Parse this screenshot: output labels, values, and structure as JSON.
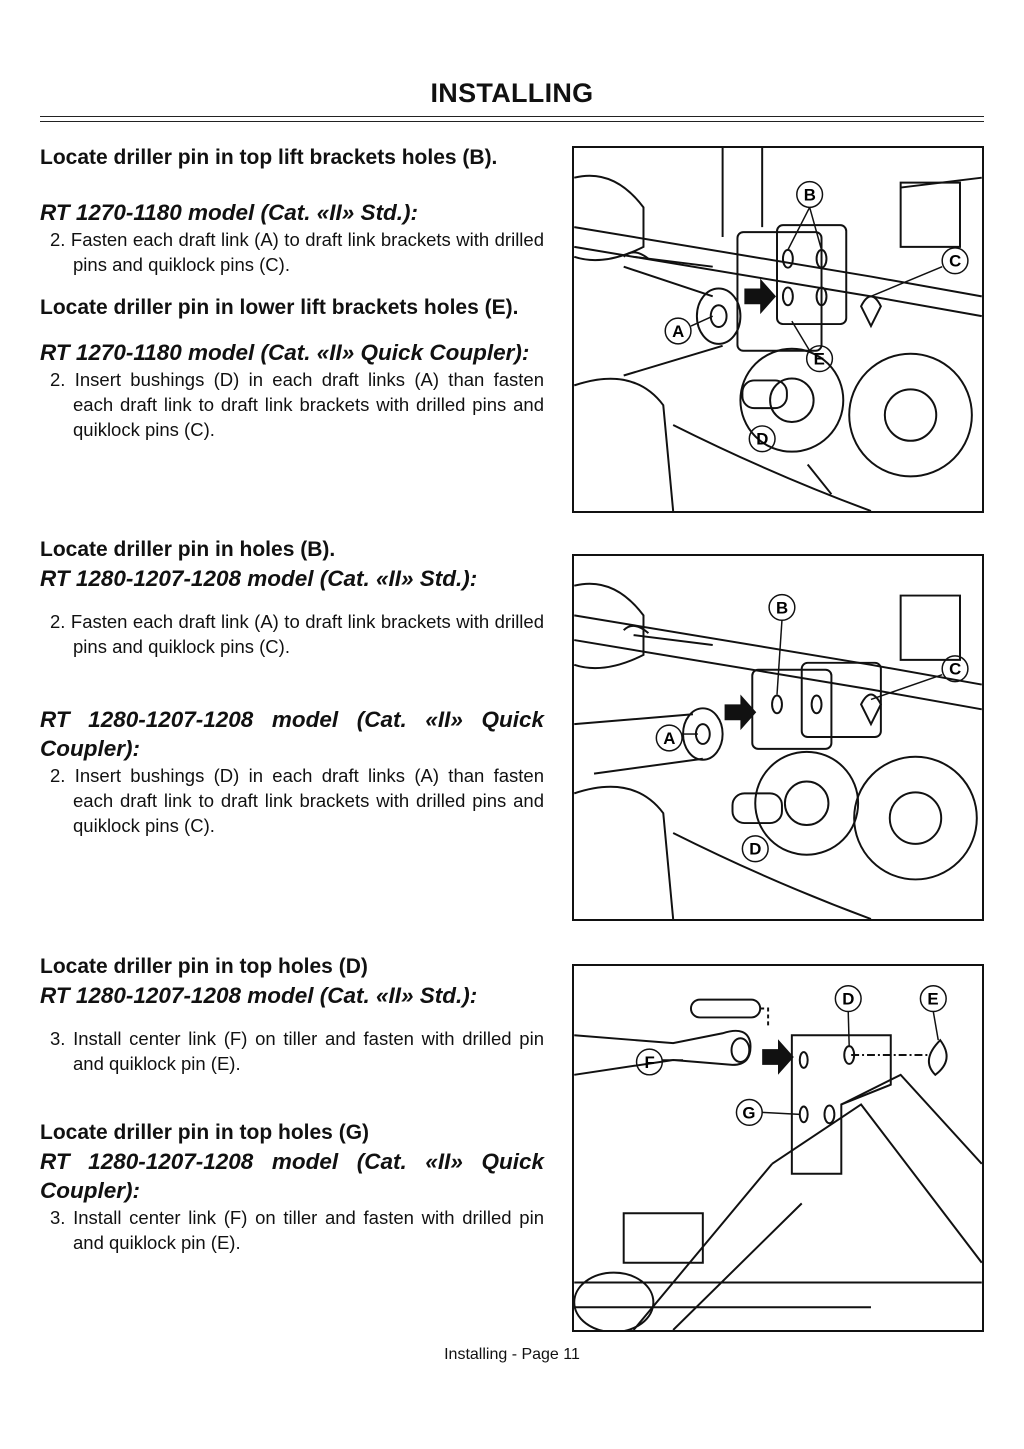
{
  "page": {
    "title": "INSTALLING",
    "footer": "Installing - Page 11"
  },
  "section1": {
    "locate_top": "Locate driller pin in top lift brackets holes (B).",
    "model_std": "RT 1270-1180 model (Cat. «II» Std.):",
    "step_std": "2. Fasten each draft link (A) to draft link brackets with drilled pins and quiklock pins (C).",
    "locate_lower": "Locate driller pin in lower lift brackets holes (E).",
    "model_qc": "RT 1270-1180 model (Cat. «II» Quick Coupler):",
    "step_qc": "2. Insert bushings (D) in each draft links (A) than fasten each draft link to draft link brackets with drilled pins and quiklock pins (C)."
  },
  "section2": {
    "locate": "Locate driller pin in holes (B).",
    "model_std": "RT 1280-1207-1208 model (Cat. «II» Std.):",
    "step_std": "2. Fasten each draft link (A) to draft link brackets with drilled pins and quiklock pins (C).",
    "model_qc": "RT 1280-1207-1208 model (Cat. «II» Quick Coupler):",
    "step_qc": "2. Insert bushings (D) in each draft links (A) than fasten each draft link to draft link brackets with drilled pins and quiklock pins (C)."
  },
  "section3": {
    "locate_d": "Locate driller pin in top holes (D)",
    "model_std": "RT 1280-1207-1208 model (Cat. «II» Std.):",
    "step_std": "3. Install center link (F) on tiller and fasten with drilled pin and quiklock pin (E).",
    "locate_g": "Locate driller pin in top holes (G)",
    "model_qc": "RT 1280-1207-1208 model (Cat. «II» Quick Coupler):",
    "step_qc": "3. Install center link (F) on tiller and fasten with drilled pin and quiklock pin (E)."
  },
  "figures": {
    "fig1_labels": [
      "A",
      "B",
      "C",
      "D",
      "E"
    ],
    "fig2_labels": [
      "A",
      "B",
      "C",
      "D"
    ],
    "fig3_labels": [
      "D",
      "E",
      "F",
      "G"
    ]
  }
}
